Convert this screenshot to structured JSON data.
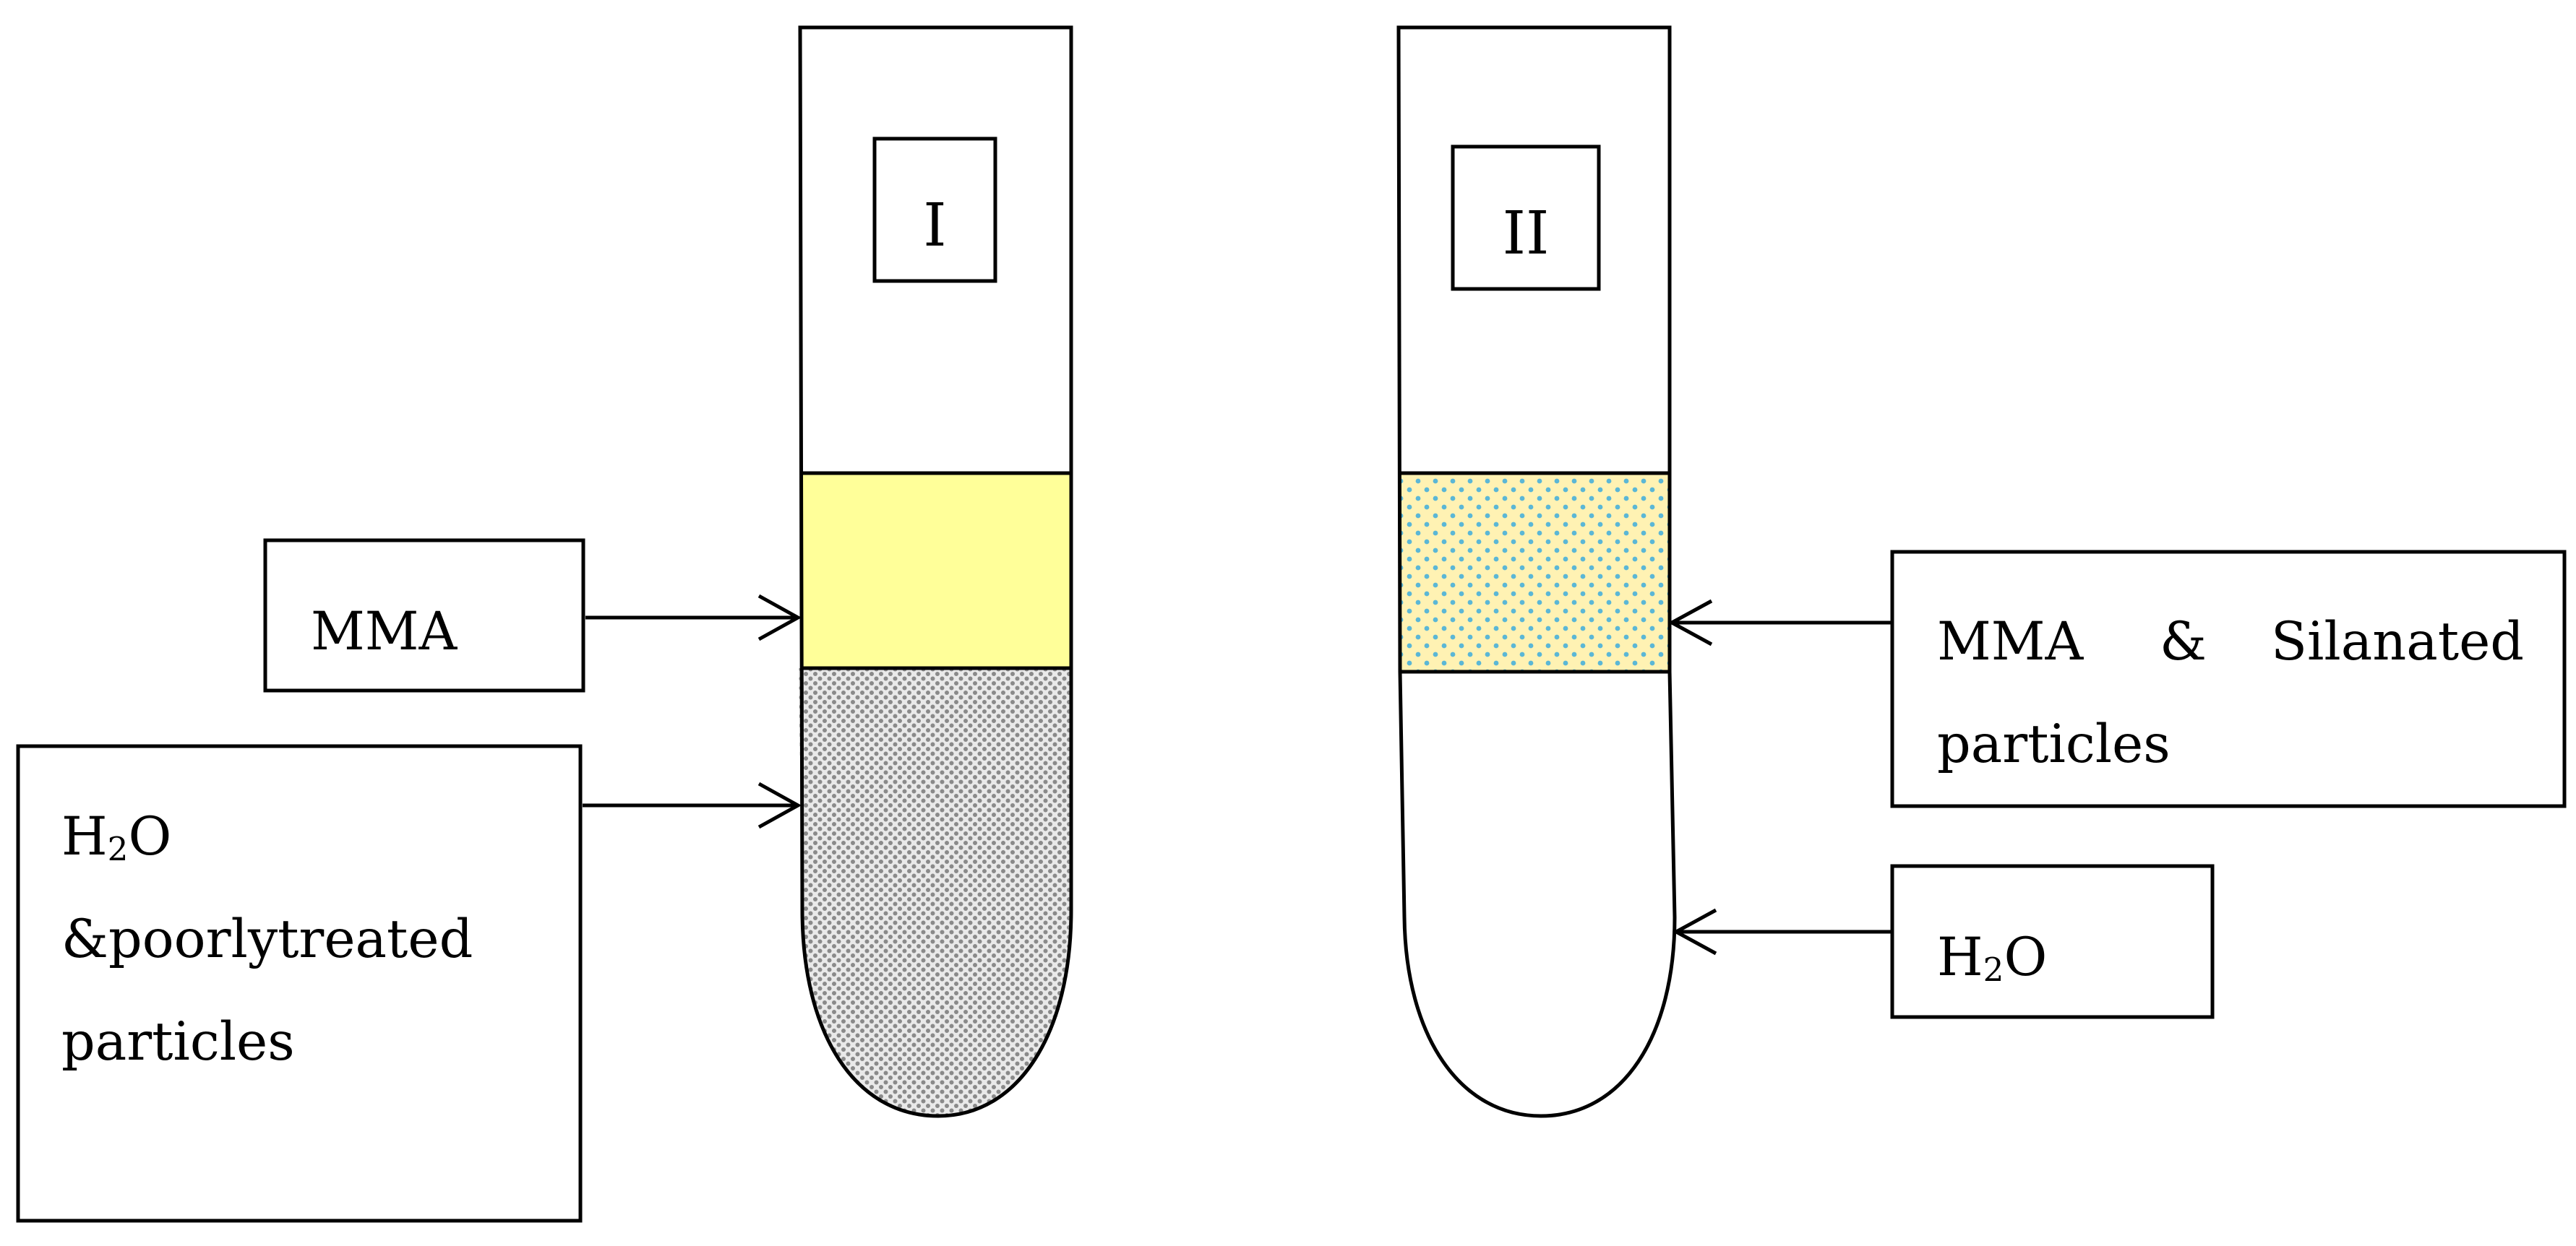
{
  "tube_1": {
    "numeral": "I",
    "upper_layer_label": "MMA",
    "lower_layer_label": {
      "line1_prefix": "H",
      "line1_sub": "2",
      "line1_suffix": "O",
      "line2": "&poorlytreated",
      "line3": "particles"
    },
    "upper_layer_color": "#FFFF99",
    "lower_layer_pattern": "grey dots"
  },
  "tube_2": {
    "numeral": "II",
    "upper_layer_label": {
      "line1_word1": "MMA",
      "line1_word2": "&",
      "line1_word3": "Silanated",
      "line2": "particles"
    },
    "lower_layer_label": {
      "prefix": "H",
      "sub": "2",
      "suffix": "O"
    },
    "upper_layer_color": "#FFF2B3",
    "upper_layer_pattern": "blue dots"
  }
}
